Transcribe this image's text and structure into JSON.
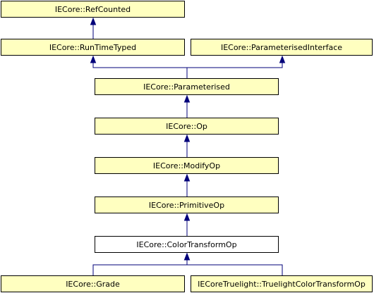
{
  "diagram": {
    "kind": "class-inheritance-graph",
    "colors": {
      "base_fill": "#ffffc0",
      "focus_fill": "#ffffff",
      "border": "#000000",
      "edge": "#00007a",
      "text": "#000000"
    },
    "nodes": [
      {
        "id": "refcounted",
        "label": "IECore::RefCounted",
        "role": "ancestor"
      },
      {
        "id": "runtimetyped",
        "label": "IECore::RunTimeTyped",
        "role": "ancestor"
      },
      {
        "id": "paraminterface",
        "label": "IECore::ParameterisedInterface",
        "role": "ancestor"
      },
      {
        "id": "parameterised",
        "label": "IECore::Parameterised",
        "role": "ancestor"
      },
      {
        "id": "op",
        "label": "IECore::Op",
        "role": "ancestor"
      },
      {
        "id": "modifyop",
        "label": "IECore::ModifyOp",
        "role": "ancestor"
      },
      {
        "id": "primitiveop",
        "label": "IECore::PrimitiveOp",
        "role": "ancestor"
      },
      {
        "id": "colortransformop",
        "label": "IECore::ColorTransformOp",
        "role": "focus"
      },
      {
        "id": "grade",
        "label": "IECore::Grade",
        "role": "descendant"
      },
      {
        "id": "truelight",
        "label": "IECoreTruelight::TruelightColorTransformOp",
        "role": "descendant"
      }
    ],
    "edges": [
      {
        "from": "runtimetyped",
        "to": "refcounted"
      },
      {
        "from": "parameterised",
        "to": "runtimetyped"
      },
      {
        "from": "parameterised",
        "to": "paraminterface"
      },
      {
        "from": "op",
        "to": "parameterised"
      },
      {
        "from": "modifyop",
        "to": "op"
      },
      {
        "from": "primitiveop",
        "to": "modifyop"
      },
      {
        "from": "colortransformop",
        "to": "primitiveop"
      },
      {
        "from": "grade",
        "to": "colortransformop"
      },
      {
        "from": "truelight",
        "to": "colortransformop"
      }
    ]
  }
}
